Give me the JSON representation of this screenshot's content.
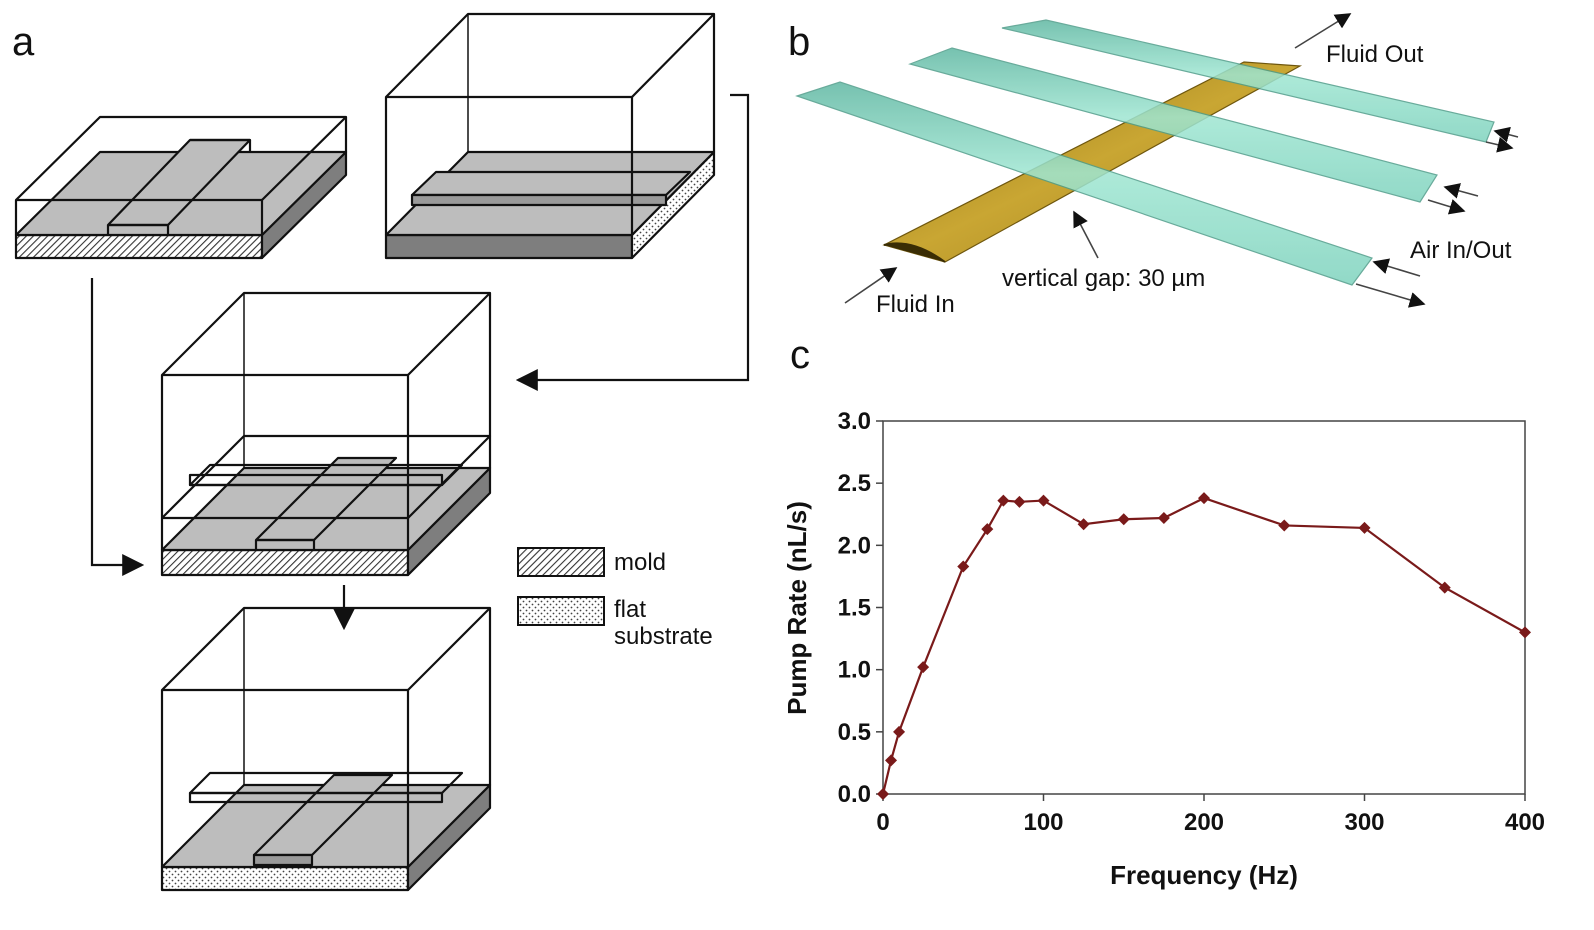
{
  "panels": {
    "a": "a",
    "b": "b",
    "c": "c"
  },
  "legend": {
    "mold": "mold",
    "flat_line1": "flat",
    "flat_line2": "substrate"
  },
  "labels_b": {
    "fluid_out": "Fluid Out",
    "fluid_in": "Fluid In",
    "air": "Air In/Out",
    "gap": "vertical gap: 30 µm"
  },
  "colors": {
    "gold": "#b08f20",
    "teal": "#8fd9c6",
    "line": "#7a1a1a",
    "gray": "#bdbdbd",
    "dark_gray": "#7e7e7e"
  },
  "chart_data": {
    "type": "line",
    "xlabel": "Frequency (Hz)",
    "ylabel": "Pump Rate (nL/s)",
    "xlim": [
      0,
      400
    ],
    "ylim": [
      0,
      3.0
    ],
    "xticks": [
      0,
      100,
      200,
      300,
      400
    ],
    "yticks": [
      "0.0",
      "0.5",
      "1.0",
      "1.5",
      "2.0",
      "2.5",
      "3.0"
    ],
    "grid": false,
    "x": [
      0,
      5,
      10,
      25,
      50,
      65,
      75,
      85,
      100,
      125,
      150,
      175,
      200,
      250,
      300,
      350,
      400
    ],
    "y": [
      0.0,
      0.27,
      0.5,
      1.02,
      1.83,
      2.13,
      2.36,
      2.35,
      2.36,
      2.17,
      2.21,
      2.22,
      2.38,
      2.16,
      2.14,
      1.66,
      1.3
    ]
  }
}
